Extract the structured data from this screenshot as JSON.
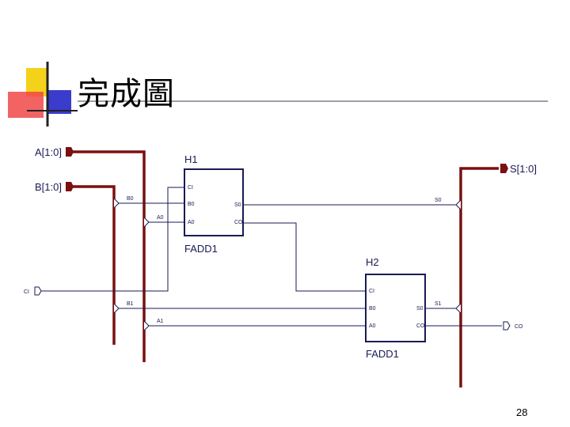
{
  "slide": {
    "title": "完成圖",
    "page_number": "28"
  },
  "schematic": {
    "bus_inputs": [
      "A[1:0]",
      "B[1:0]"
    ],
    "bus_output": "S[1:0]",
    "carry_in": "CI",
    "carry_out": "CO",
    "nets": {
      "b0": "B0",
      "a0": "A0",
      "b1": "B1",
      "a1": "A1",
      "s0": "S0",
      "s1": "S1"
    },
    "instances": [
      {
        "name": "H1",
        "cell": "FADD1",
        "pins": {
          "ci": "CI",
          "bi": "B0",
          "ai": "A0",
          "so": "S0",
          "co": "CO"
        }
      },
      {
        "name": "H2",
        "cell": "FADD1",
        "pins": {
          "ci": "CI",
          "bi": "B0",
          "ai": "A0",
          "so": "S0",
          "co": "CO"
        }
      }
    ],
    "colors": {
      "bus": "#7a1010",
      "wire": "#1a1a55",
      "block": "#1a1a55"
    }
  }
}
